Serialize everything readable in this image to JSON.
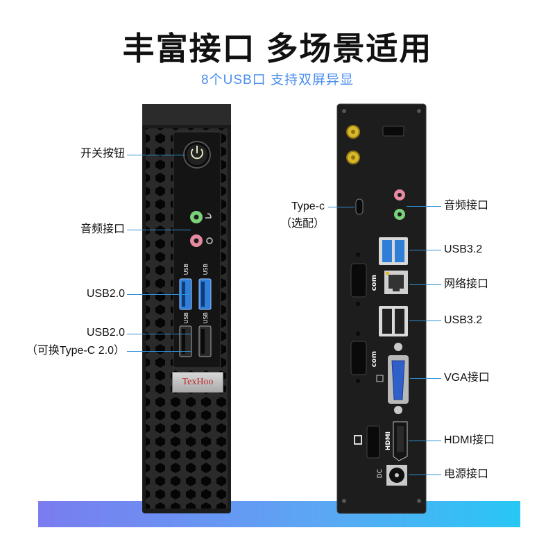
{
  "header": {
    "title": "丰富接口 多场景适用",
    "subtitle": "8个USB口 支持双屏异显"
  },
  "front_labels": {
    "power": "开关按钮",
    "audio": "音频接口",
    "usb_a": "USB2.0",
    "usb_b_line1": "USB2.0",
    "usb_b_line2": "（可换Type-C 2.0）"
  },
  "rear_labels": {
    "typec_line1": "Type-c",
    "typec_line2": "（选配）",
    "audio": "音频接口",
    "usb32_top": "USB3.2",
    "lan": "网络接口",
    "usb32_bottom": "USB3.2",
    "vga": "VGA接口",
    "hdmi": "HDMI接口",
    "power": "电源接口"
  },
  "device": {
    "brand": "TexHoo",
    "port_usb": "USB",
    "port_com": "com",
    "port_hdmi": "HDMI",
    "port_dc": "DC"
  },
  "colors": {
    "accent": "#2e8fd6",
    "usb3": "#2f7ed8",
    "audio_green": "#7bd07a",
    "audio_pink": "#e68aa0"
  }
}
